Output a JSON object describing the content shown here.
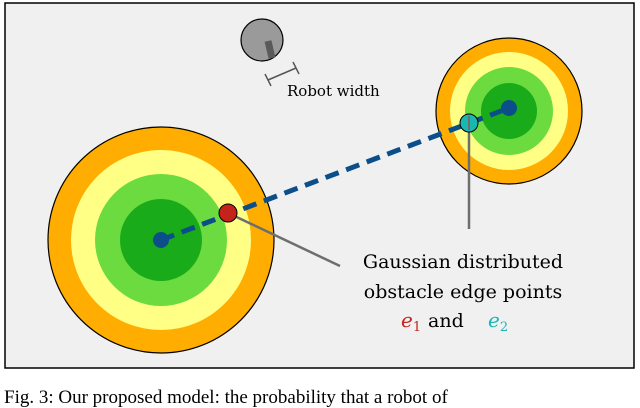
{
  "labels": {
    "robot_width": "Robot width",
    "note_line1": "Gaussian distributed",
    "note_line2": "obstacle edge points",
    "e1_symbol": "e",
    "e1_sub": "1",
    "and_word": "and",
    "e2_symbol": "e",
    "e2_sub": "2"
  },
  "caption": {
    "text": "Fig. 3: Our proposed model: the probability that a robot of"
  },
  "colors": {
    "background": "#f0f0f0",
    "ring_outer": "#ffad00",
    "ring_middle": "#ffff85",
    "ring_inner": "#6bdb3f",
    "ring_core": "#1aab1a",
    "center_dot": "#0c4e8a",
    "path_dashed": "#0c4e8a",
    "edge_point_e1": "#c4231c",
    "edge_point_e2": "#1ab7b1",
    "robot_body": "#9a9a9a",
    "leader_line": "#6e6e6e"
  }
}
